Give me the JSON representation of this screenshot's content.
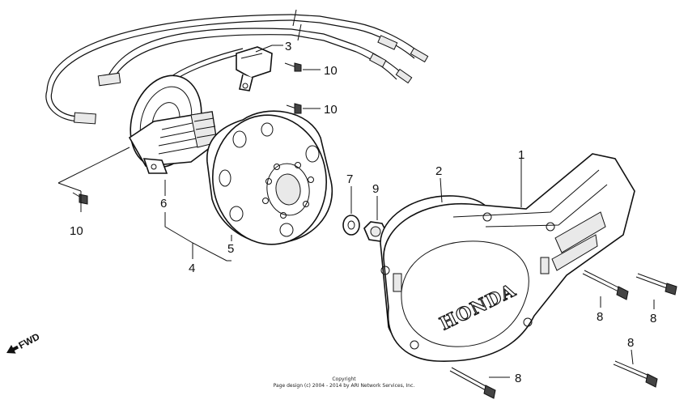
{
  "diagram": {
    "callouts": [
      {
        "id": "label-1",
        "text": "1"
      },
      {
        "id": "label-2",
        "text": "2"
      },
      {
        "id": "label-3",
        "text": "3"
      },
      {
        "id": "label-4",
        "text": "4"
      },
      {
        "id": "label-5",
        "text": "5"
      },
      {
        "id": "label-6",
        "text": "6"
      },
      {
        "id": "label-7",
        "text": "7"
      },
      {
        "id": "label-8a",
        "text": "8"
      },
      {
        "id": "label-8b",
        "text": "8"
      },
      {
        "id": "label-8c",
        "text": "8"
      },
      {
        "id": "label-8d",
        "text": "8"
      },
      {
        "id": "label-9",
        "text": "9"
      },
      {
        "id": "label-10a",
        "text": "10"
      },
      {
        "id": "label-10b",
        "text": "10"
      },
      {
        "id": "label-10c",
        "text": "10"
      }
    ],
    "cover_brand": "HONDA",
    "direction_marker": "FWD",
    "copyright_line1": "Copyright",
    "copyright_line2": "Page design (c) 2004 - 2014 by ARI Network Services, Inc."
  }
}
